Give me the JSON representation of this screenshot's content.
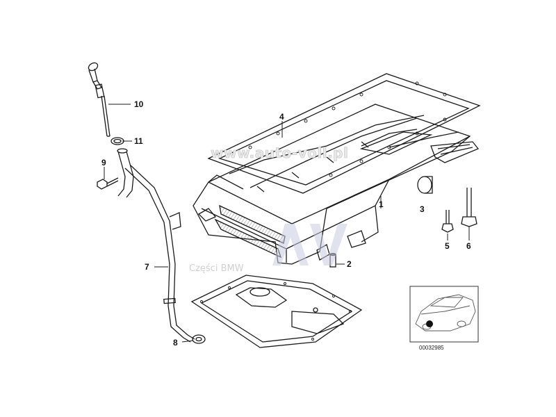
{
  "callouts": {
    "c1": "1",
    "c2": "2",
    "c3": "3",
    "c4": "4",
    "c5": "5",
    "c6": "6",
    "c7": "7",
    "c8": "8",
    "c9": "9",
    "c10": "10",
    "c11": "11"
  },
  "watermark": {
    "url": "www.auto-voll.pl",
    "subtitle": "Części BMW",
    "logo": "AV"
  },
  "thumbnail": {
    "figure_id": "00032985"
  },
  "colors": {
    "line": "#1a1a1a",
    "watermark": "#c8cbe0"
  }
}
